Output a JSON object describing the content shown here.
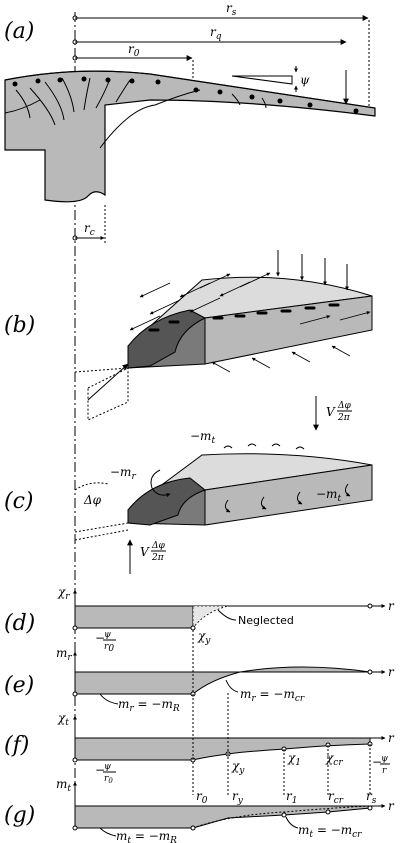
{
  "panels": {
    "a": "(a)",
    "b": "(b)",
    "c": "(c)",
    "d": "(d)",
    "e": "(e)",
    "f": "(f)",
    "g": "(g)"
  },
  "radii": {
    "r_s": "r",
    "r_s_sub": "s",
    "r_q": "r",
    "r_q_sub": "q",
    "r_0": "r",
    "r_0_sub": "0",
    "r_c": "r",
    "r_c_sub": "c",
    "psi": "ψ"
  },
  "panel_c": {
    "v_top": "V",
    "v_top_frac_num": "Δφ",
    "v_top_frac_den": "2π",
    "v_bot": "V",
    "v_bot_frac_num": "Δφ",
    "v_bot_frac_den": "2π",
    "mt_top": "−m",
    "mt_top_sub": "t",
    "mr": "−m",
    "mr_sub": "r",
    "mt_right": "−m",
    "mt_right_sub": "t",
    "delta_phi": "Δφ"
  },
  "graph_d": {
    "yaxis": "χ",
    "yaxis_sub": "r",
    "xaxis": "r",
    "neglected": "Neglected",
    "psi_label": "−",
    "psi_num": "ψ",
    "psi_den": "r",
    "psi_den_sub": "0",
    "chi_y": "χ",
    "chi_y_sub": "y"
  },
  "graph_e": {
    "yaxis": "m",
    "yaxis_sub": "r",
    "xaxis": "r",
    "mr_left": "m",
    "mr_left_sub": "r",
    "mr_left_eq": " = −m",
    "mr_left_eq_sub": "R",
    "mr_right": "m",
    "mr_right_sub": "r",
    "mr_right_eq": " = −m",
    "mr_right_eq_sub": "cr"
  },
  "graph_f": {
    "yaxis": "χ",
    "yaxis_sub": "t",
    "xaxis": "r",
    "psi_label": "−",
    "psi_num": "ψ",
    "psi_den": "r",
    "psi_den_sub": "0",
    "chi_y": "χ",
    "chi_y_sub": "y",
    "chi_1": "χ",
    "chi_1_sub": "1",
    "chi_cr": "χ",
    "chi_cr_sub": "cr",
    "psi_r_label": "−",
    "psi_r_num": "ψ",
    "psi_r_den": "r"
  },
  "graph_g": {
    "yaxis": "m",
    "yaxis_sub": "t",
    "xaxis": "r",
    "r0": "r",
    "r0_sub": "0",
    "ry": "r",
    "ry_sub": "y",
    "r1": "r",
    "r1_sub": "1",
    "rcr": "r",
    "rcr_sub": "cr",
    "rs": "r",
    "rs_sub": "s",
    "mt_left": "m",
    "mt_left_sub": "t",
    "mt_left_eq": " = −m",
    "mt_left_eq_sub": "R",
    "mt_right": "m",
    "mt_right_sub": "t",
    "mt_right_eq": " = −m",
    "mt_right_eq_sub": "cr"
  }
}
